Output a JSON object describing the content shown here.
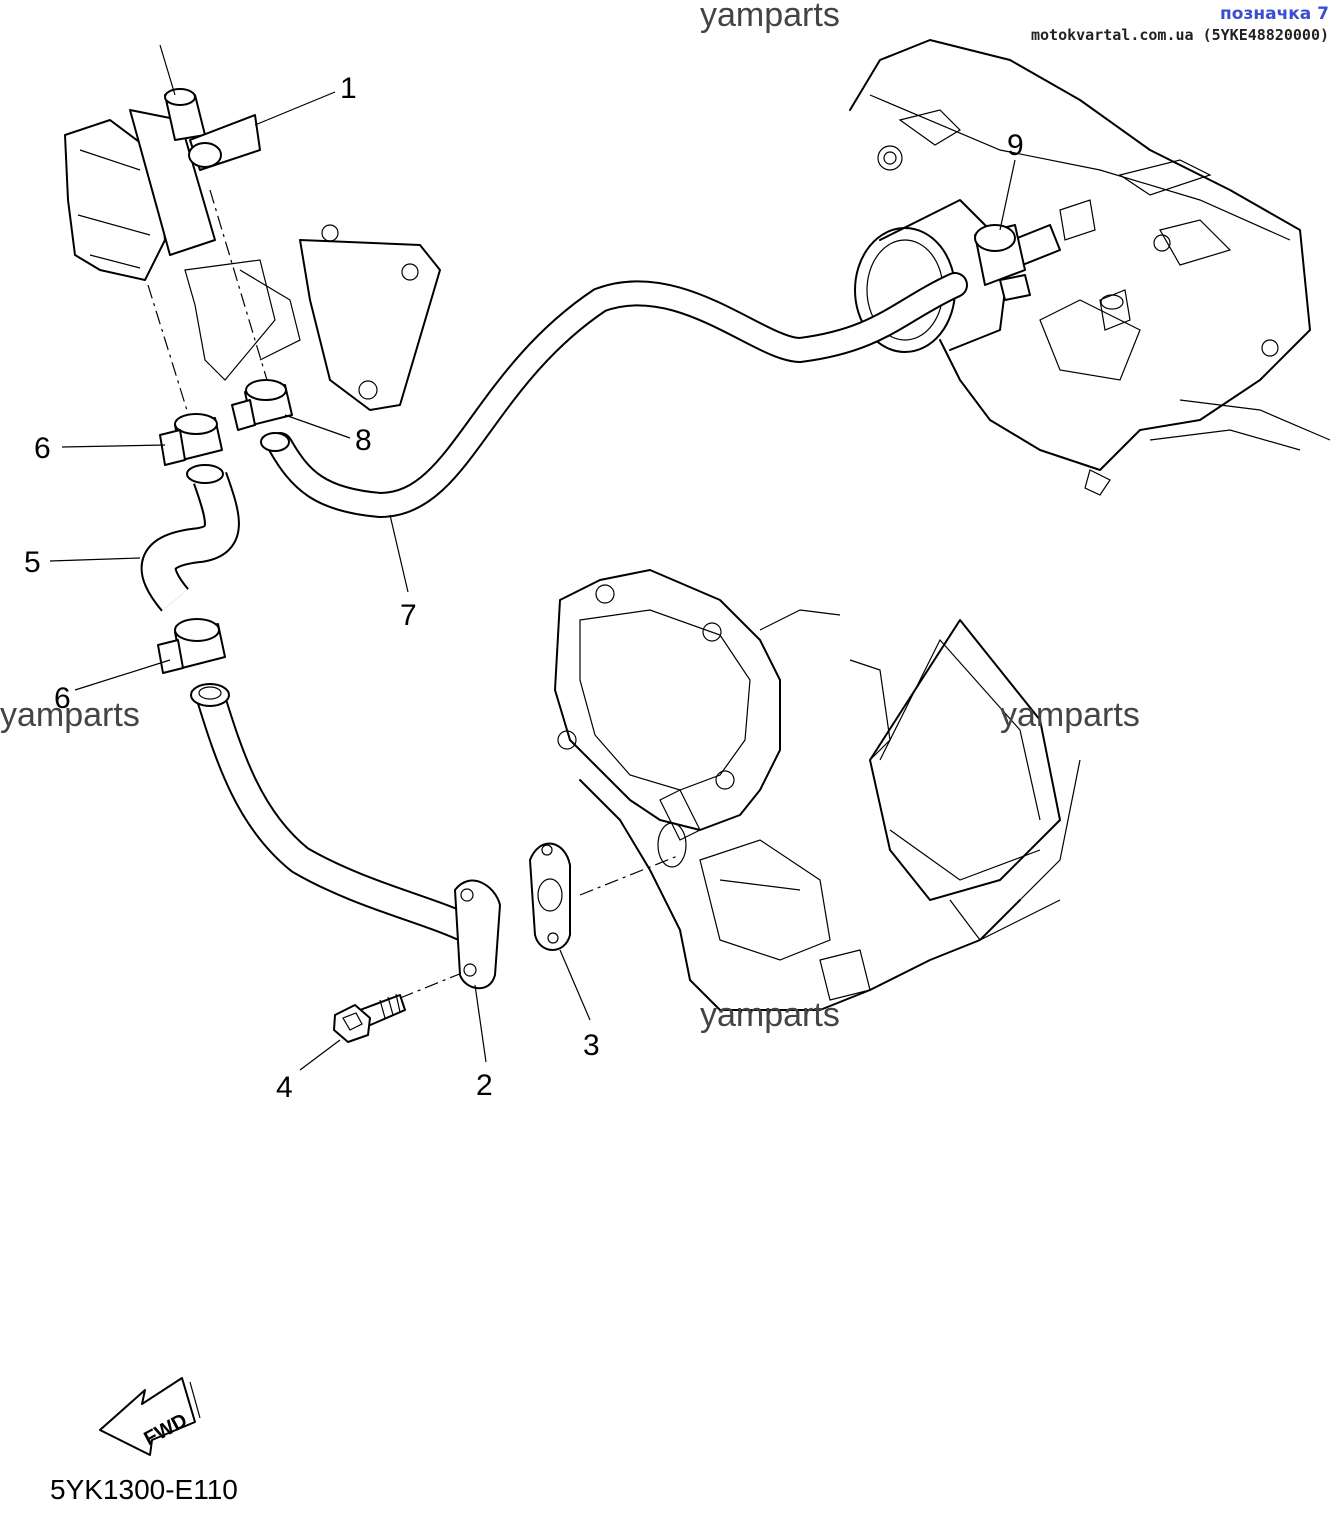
{
  "header": {
    "title": "позначка 7",
    "subtitle": "motokvartal.com.ua (5YKE48820000)"
  },
  "watermarks": [
    "yamparts",
    "yamparts",
    "yamparts",
    "yamparts"
  ],
  "callouts": [
    "1",
    "2",
    "3",
    "4",
    "5",
    "6",
    "6",
    "7",
    "8",
    "9"
  ],
  "fwd_label": "FWD",
  "diagram_code": "5YK1300-E110"
}
